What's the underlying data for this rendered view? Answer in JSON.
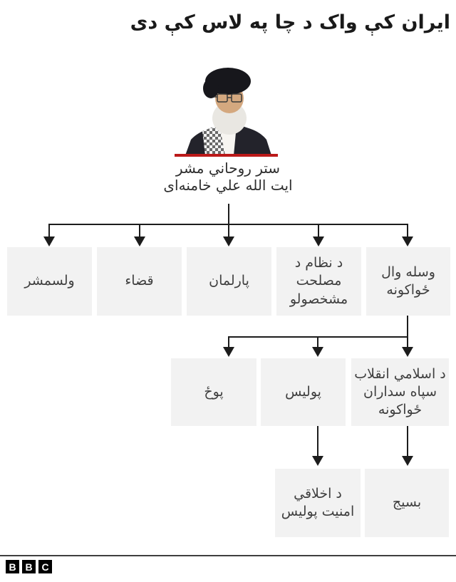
{
  "title": "ایران کې واک د چا په لاس کې دی",
  "leader": {
    "role": "ستر روحاني مشر",
    "name": "ایت الله علي خامنه‌ای"
  },
  "org": {
    "level1": [
      {
        "id": "president",
        "label": "ولسمشر"
      },
      {
        "id": "judiciary",
        "label": "قضاء"
      },
      {
        "id": "parliament",
        "label": "پارلمان"
      },
      {
        "id": "expediency-council",
        "label": "د نظام د\nمصلحت\nمشخصولو"
      },
      {
        "id": "armed-forces",
        "label": "وسله وال\nځواکونه"
      }
    ],
    "level2": [
      {
        "id": "army",
        "label": "پوځ"
      },
      {
        "id": "police",
        "label": "پولیس"
      },
      {
        "id": "irgc",
        "label": "د اسلامي انقلاب\nسپاه سداران\nځواکونه"
      }
    ],
    "level3": [
      {
        "id": "morality-police",
        "label": "د اخلاقي\nامنیت پولیس"
      },
      {
        "id": "basij",
        "label": "بسیج"
      }
    ]
  },
  "footer": {
    "logo_letters": [
      "B",
      "B",
      "C"
    ]
  },
  "colors": {
    "accent_red": "#bb1919",
    "box_bg": "#f2f2f2",
    "connector": "#1c1c1c",
    "title_text": "#1a1a1a",
    "box_text": "#3f3f3f"
  }
}
